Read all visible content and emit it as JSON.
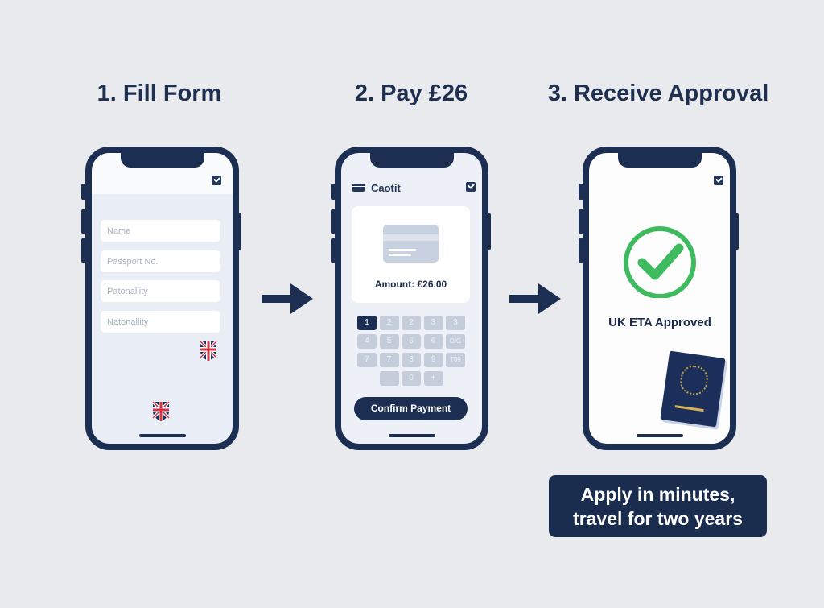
{
  "steps": [
    {
      "title": "1. Fill Form"
    },
    {
      "title": "2. Pay £26"
    },
    {
      "title": "3. Receive Approval"
    }
  ],
  "form": {
    "fields": [
      {
        "placeholder": "Name"
      },
      {
        "placeholder": "Passport No."
      },
      {
        "placeholder": "Patonallity"
      },
      {
        "placeholder": "Natonallity"
      }
    ]
  },
  "payment": {
    "header": "Caotit",
    "amount": "Amount: £26.00",
    "keys": [
      "1",
      "2",
      "2",
      "3",
      "3",
      "4",
      "5",
      "6",
      "6",
      "D/G",
      "7",
      "7",
      "8",
      "9",
      "T09",
      "",
      "0",
      "+"
    ],
    "confirm": "Confirm Payment"
  },
  "approval": {
    "status": "UK ETA Approved"
  },
  "tagline": {
    "line1": "Apply in minutes,",
    "line2": "travel for two years"
  },
  "colors": {
    "navy": "#1c2f52",
    "green": "#3dbb5e",
    "background": "#e9eaed"
  }
}
